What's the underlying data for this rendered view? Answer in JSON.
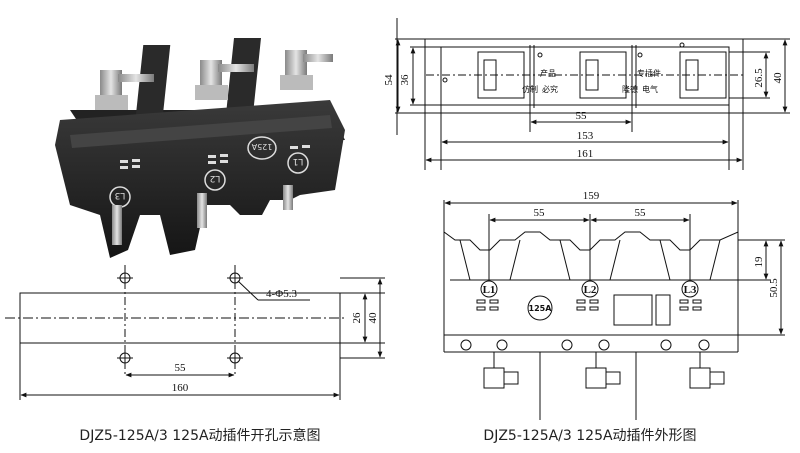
{
  "photo": {
    "labels": [
      "L3",
      "L2",
      "L1"
    ],
    "rating": "125A"
  },
  "top_view": {
    "dims": {
      "height_outer": "54",
      "height_inner": "36",
      "right_a": "26.5",
      "right_b": "40",
      "spacing": "55",
      "inner_len": "153",
      "outer_len": "161"
    },
    "texts": [
      "产品",
      "必究",
      "仿制",
      "专插件",
      "电气",
      "隆德"
    ]
  },
  "front_view": {
    "dims": {
      "top_len": "159",
      "spacing_a": "55",
      "spacing_b": "55",
      "right_small": "19",
      "right_big": "50.5"
    },
    "labels": [
      "L1",
      "L2",
      "L3"
    ],
    "rating": "125A"
  },
  "hole_diagram": {
    "dims": {
      "hole_note": "4-Φ5.3",
      "spacing": "55",
      "length": "160",
      "inner_h": "26",
      "outer_h": "40"
    }
  },
  "captions": {
    "left": "DJZ5-125A/3  125A动插件开孔示意图",
    "right": "DJZ5-125A/3  125A动插件外形图"
  }
}
